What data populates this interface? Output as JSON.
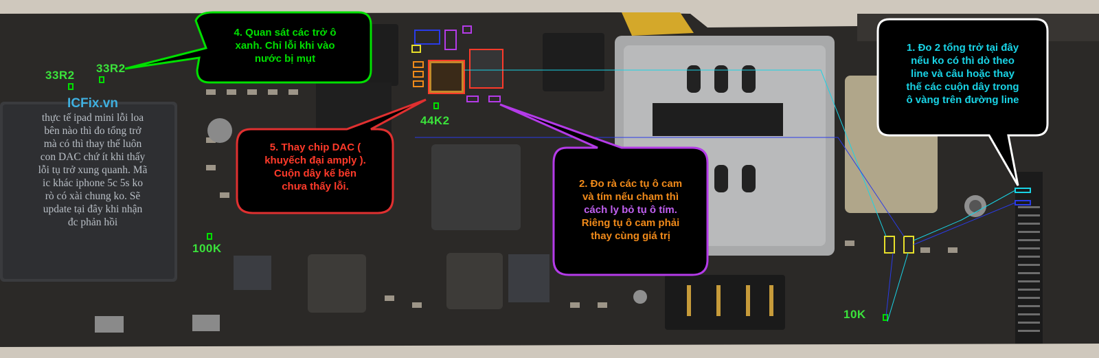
{
  "callouts": {
    "step1": "1. Đo 2 tổng trở tại đây\nnếu ko có thì dò theo\nline và câu hoặc thay\nthế các cuộn dây trong\nô vàng trên đường line",
    "step2_orange": "2. Đo rà các tụ ô cam\nvà tím nếu chạm thì",
    "step2_purple": "cách ly bỏ tụ ô tím.",
    "step2_orange_b": "Riêng tụ ô cam phải\nthay cùng giá trị",
    "step4": "4. Quan sát các trở ô\nxanh. Chỉ lỗi khi vào\nnước bị mụt",
    "step5": "5. Thay chip DAC (\nkhuyếch đại amply ).\nCuộn dây kế bên\nchưa thấy lỗi."
  },
  "side_note": {
    "brand": "ICFix.vn",
    "body": "thực tế ipad mini lỗi loa\nbên nào thì đo tổng trở\nmà có thì thay thế luôn\ncon DAC chứ ít khi thấy\nlỗi tụ trở xung quanh. Mã\nic khác iphone 5c 5s ko\nrò có xài chung ko. Sẽ\nupdate tại đây khi nhận\nđc phản hồi"
  },
  "component_labels": {
    "r1": "33R2",
    "r2": "33R2",
    "r3": "44K2",
    "r4": "100K",
    "r5": "10K"
  },
  "colors": {
    "green": "#00e000",
    "cyan": "#19d4e6",
    "purple": "#b43be8",
    "red": "#e03030",
    "orange": "#f08a1a",
    "yellow": "#e8e02a",
    "blue": "#2a3be8"
  }
}
